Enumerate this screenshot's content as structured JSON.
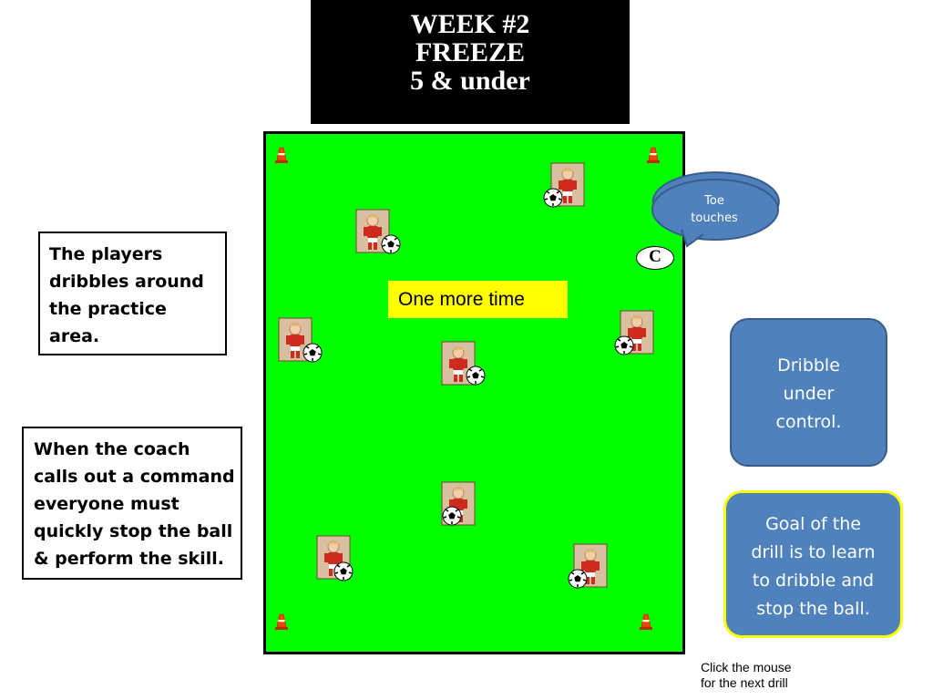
{
  "title": {
    "lines": [
      "WEEK #2",
      "FREEZE",
      "5 & under"
    ]
  },
  "players_text": [
    "The players",
    "dribbles around",
    "the practice",
    "area."
  ],
  "coach_text": [
    "When the coach",
    "calls out a command",
    "everyone must",
    "quickly stop the ball",
    "& perform the skill."
  ],
  "dribble_box": [
    "Dribble",
    "under",
    "control."
  ],
  "goal_box": [
    "Goal of the",
    "drill is to learn",
    "to dribble and",
    "stop the ball."
  ],
  "field_banner": "One more time",
  "coach_marker": "C",
  "callout": [
    "Toe",
    "touches"
  ],
  "click_note": [
    "Click the mouse",
    "for the next drill"
  ],
  "colors": {
    "field": "#00ff00",
    "title_bg": "#000000",
    "box_blue": "#4f81bd",
    "highlight_yellow": "#ffff00",
    "cone": "#ff4500"
  },
  "icons": [
    "cone-icon",
    "player-icon",
    "soccer-ball-icon"
  ]
}
